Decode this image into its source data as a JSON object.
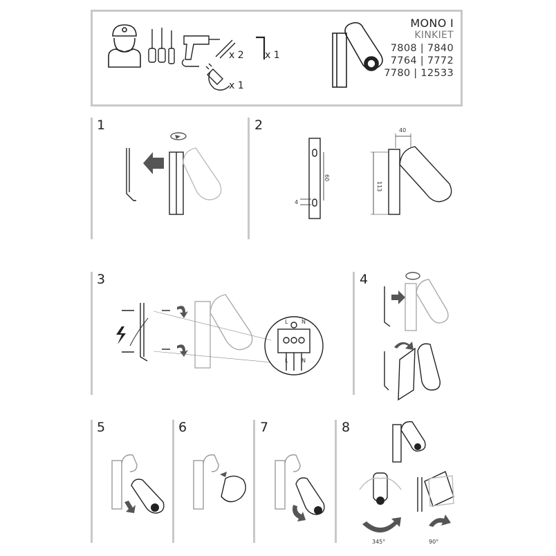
{
  "header": {
    "product_name": "MONO I",
    "product_type": "KINKIET",
    "codes": [
      "7808 | 7840",
      "7764 | 7772",
      "7780 | 12533"
    ],
    "tools": {
      "installer_icon": "installer-icon",
      "screwdrivers_icon": "screwdrivers-icon",
      "drill_icon": "drill-icon",
      "anchors_qty": "x 2",
      "allen_key_qty": "x 1",
      "bulb_qty": "x 1"
    }
  },
  "steps": [
    {
      "number": "1"
    },
    {
      "number": "2",
      "dims": {
        "width": "40",
        "height": "113",
        "spacing": "60",
        "offset": "4"
      }
    },
    {
      "number": "3",
      "terminal_labels": [
        "L",
        "N"
      ]
    },
    {
      "number": "4"
    },
    {
      "number": "5"
    },
    {
      "number": "6"
    },
    {
      "number": "7"
    },
    {
      "number": "8",
      "angles": {
        "rotation": "345°",
        "tilt": "90°"
      }
    }
  ],
  "colors": {
    "frame": "#c8c8c8",
    "line": "#222222",
    "arrow": "#555555",
    "faded": "#b8b8b8"
  }
}
